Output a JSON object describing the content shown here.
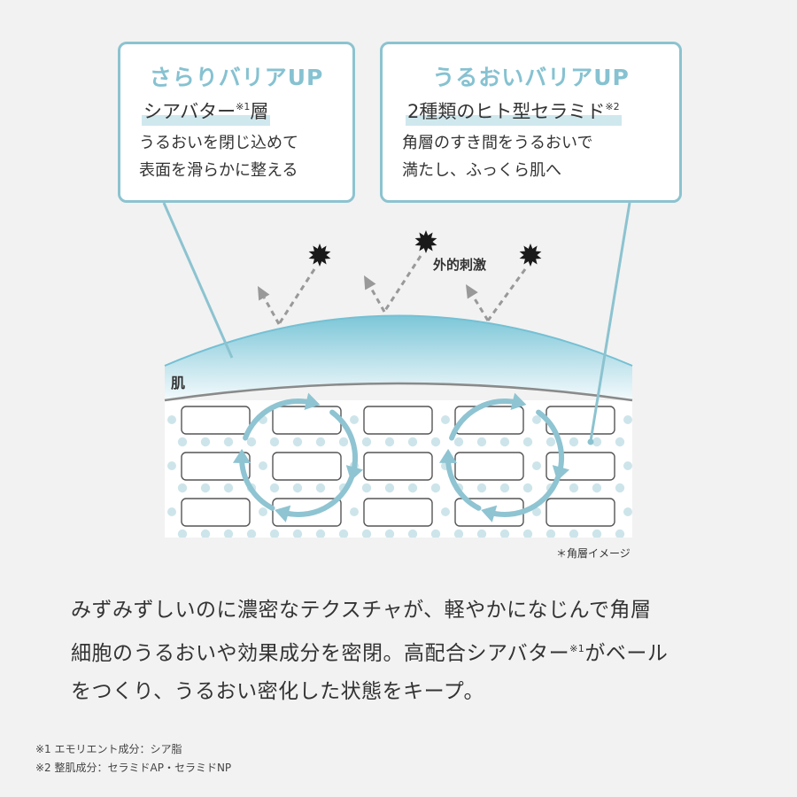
{
  "callout_left": {
    "title": "さらりバリアUP",
    "subtitle": "シアバター",
    "subtitle_note": "※1",
    "subtitle_suffix": "層",
    "body_line1": "うるおいを閉じ込めて",
    "body_line2": "表面を滑らかに整える"
  },
  "callout_right": {
    "title": "うるおいバリアUP",
    "subtitle": "2種類のヒト型セラミド",
    "subtitle_note": "※2",
    "body_line1": "角層のすき間をうるおいで",
    "body_line2": "満たし、ふっくら肌へ"
  },
  "diagram": {
    "skin_label": "肌",
    "stimulus_label": "外的刺激",
    "image_note": "＊角層イメージ",
    "colors": {
      "accent": "#86c2d1",
      "line": "#8cc3d0",
      "dot": "#cde5ea",
      "arrow": "#8fc4d2",
      "burst": "#1a1a1a"
    }
  },
  "description": {
    "line1": "みずみずしいのに濃密なテクスチャが、軽やかになじんで角層",
    "line2_a": "細胞のうるおいや効果成分を密閉。高配合シアバター",
    "line2_note": "※1",
    "line2_b": "がベール",
    "line3": "をつくり、うるおい密化した状態をキープ。"
  },
  "footnotes": {
    "note1": "※1 エモリエント成分：シア脂",
    "note2": "※2 整肌成分：セラミドAP・セラミドNP"
  }
}
